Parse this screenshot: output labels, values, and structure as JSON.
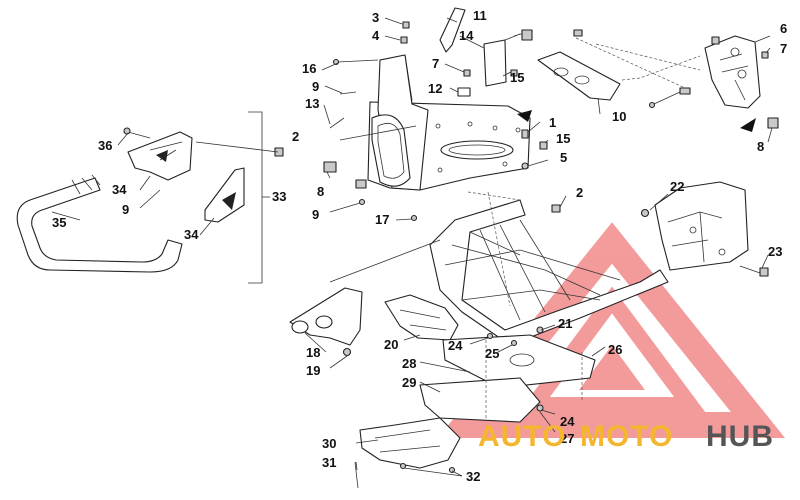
{
  "diagram": {
    "callouts": [
      {
        "id": "c1",
        "text": "1"
      },
      {
        "id": "c2a",
        "text": "2"
      },
      {
        "id": "c2b",
        "text": "2"
      },
      {
        "id": "c3",
        "text": "3"
      },
      {
        "id": "c4",
        "text": "4"
      },
      {
        "id": "c5",
        "text": "5"
      },
      {
        "id": "c6",
        "text": "6"
      },
      {
        "id": "c7a",
        "text": "7"
      },
      {
        "id": "c7b",
        "text": "7"
      },
      {
        "id": "c8a",
        "text": "8"
      },
      {
        "id": "c8b",
        "text": "8"
      },
      {
        "id": "c9a",
        "text": "9"
      },
      {
        "id": "c9b",
        "text": "9"
      },
      {
        "id": "c9c",
        "text": "9"
      },
      {
        "id": "c10",
        "text": "10"
      },
      {
        "id": "c11",
        "text": "11"
      },
      {
        "id": "c12",
        "text": "12"
      },
      {
        "id": "c13",
        "text": "13"
      },
      {
        "id": "c14",
        "text": "14"
      },
      {
        "id": "c15a",
        "text": "15"
      },
      {
        "id": "c15b",
        "text": "15"
      },
      {
        "id": "c16",
        "text": "16"
      },
      {
        "id": "c17",
        "text": "17"
      },
      {
        "id": "c18",
        "text": "18"
      },
      {
        "id": "c19",
        "text": "19"
      },
      {
        "id": "c20",
        "text": "20"
      },
      {
        "id": "c21",
        "text": "21"
      },
      {
        "id": "c22",
        "text": "22"
      },
      {
        "id": "c23",
        "text": "23"
      },
      {
        "id": "c24a",
        "text": "24"
      },
      {
        "id": "c24b",
        "text": "24"
      },
      {
        "id": "c25",
        "text": "25"
      },
      {
        "id": "c26",
        "text": "26"
      },
      {
        "id": "c27",
        "text": "27"
      },
      {
        "id": "c28",
        "text": "28"
      },
      {
        "id": "c29",
        "text": "29"
      },
      {
        "id": "c30",
        "text": "30"
      },
      {
        "id": "c31",
        "text": "31"
      },
      {
        "id": "c32",
        "text": "32"
      },
      {
        "id": "c33",
        "text": "33"
      },
      {
        "id": "c34a",
        "text": "34"
      },
      {
        "id": "c34b",
        "text": "34"
      },
      {
        "id": "c35",
        "text": "35"
      },
      {
        "id": "c36",
        "text": "36"
      }
    ]
  },
  "watermark": {
    "word_auto": "AUTO",
    "word_moto": "MOTO",
    "word_hub": "HUB",
    "triangle_color": "#f07a7a",
    "auto_color": "#f4b62e",
    "hub_color": "#555555"
  }
}
